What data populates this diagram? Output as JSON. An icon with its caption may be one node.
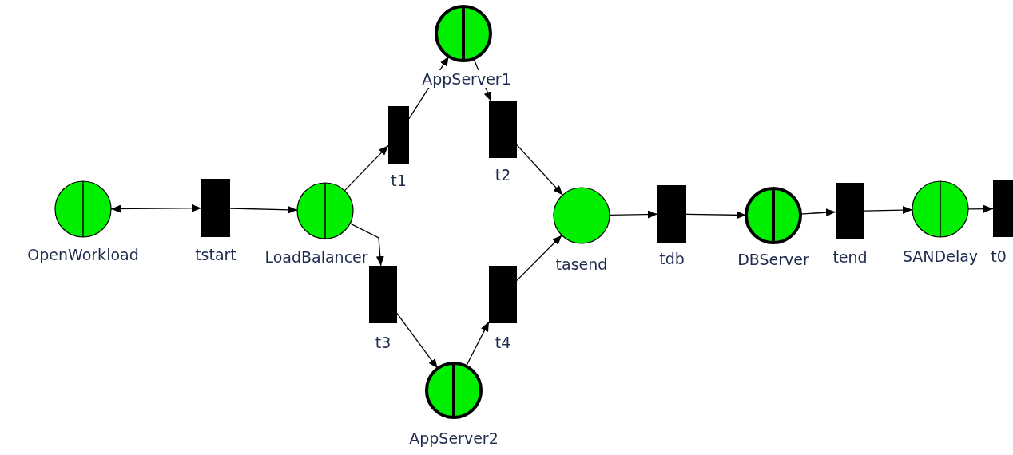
{
  "diagram": {
    "nodes": [
      {
        "text": [
          "OpenWorkload"
        ]
      },
      {
        "text": [
          "tstart"
        ]
      },
      {
        "text": [
          "LoadBalancer"
        ]
      },
      {
        "text": [
          "t1"
        ]
      },
      {
        "text": [
          "AppServer1"
        ]
      },
      {
        "text": [
          "t2"
        ]
      },
      {
        "text": [
          "t3"
        ]
      },
      {
        "text": [
          "AppServer2"
        ]
      },
      {
        "text": [
          "t4"
        ]
      },
      {
        "text": [
          "tasend"
        ]
      },
      {
        "text": [
          "tdb"
        ]
      },
      {
        "text": [
          "DBServer"
        ]
      },
      {
        "text": [
          "tend"
        ]
      },
      {
        "text": [
          "SANDelay"
        ]
      },
      {
        "text": [
          "t0"
        ]
      }
    ],
    "edges": [
      {
        "from": 0,
        "to": 1,
        "arrow": "both"
      },
      {
        "from": 1,
        "to": 2,
        "arrow": "to"
      },
      {
        "from": 2,
        "to": 3,
        "arrow": "to"
      },
      {
        "from": 3,
        "to": 4,
        "arrow": "to"
      },
      {
        "from": 4,
        "to": 5,
        "arrow": "to"
      },
      {
        "from": 5,
        "to": 9,
        "arrow": "to"
      },
      {
        "from": 2,
        "to": 6,
        "arrow": "to"
      },
      {
        "from": 6,
        "to": 7,
        "arrow": "to"
      },
      {
        "from": 7,
        "to": 8,
        "arrow": "to"
      },
      {
        "from": 8,
        "to": 9,
        "arrow": "to"
      },
      {
        "from": 9,
        "to": 10,
        "arrow": "to"
      },
      {
        "from": 10,
        "to": 11,
        "arrow": "to"
      },
      {
        "from": 11,
        "to": 12,
        "arrow": "to"
      },
      {
        "from": 12,
        "to": 13,
        "arrow": "to"
      },
      {
        "from": 13,
        "to": 14,
        "arrow": "to"
      }
    ]
  }
}
